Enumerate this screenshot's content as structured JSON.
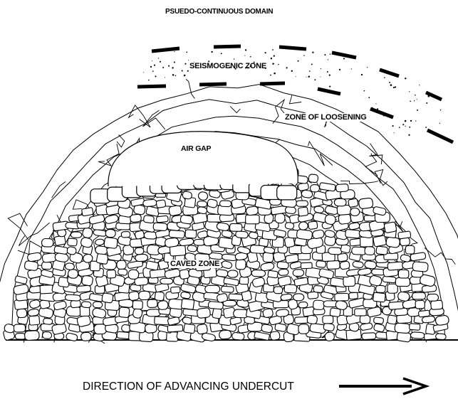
{
  "labels": {
    "domain": "PSUEDO-CONTINUOUS DOMAIN",
    "seismogenic": "SEISMOGENIC ZONE",
    "loosening": "ZONE OF LOOSENING",
    "air_gap": "AIR GAP",
    "caved": "CAVED ZONE",
    "direction": "DIRECTION OF ADVANCING UNDERCUT"
  },
  "icons": {
    "direction_arrow": "arrow-right-icon"
  },
  "colors": {
    "ink": "#000000",
    "background": "#ffffff"
  }
}
